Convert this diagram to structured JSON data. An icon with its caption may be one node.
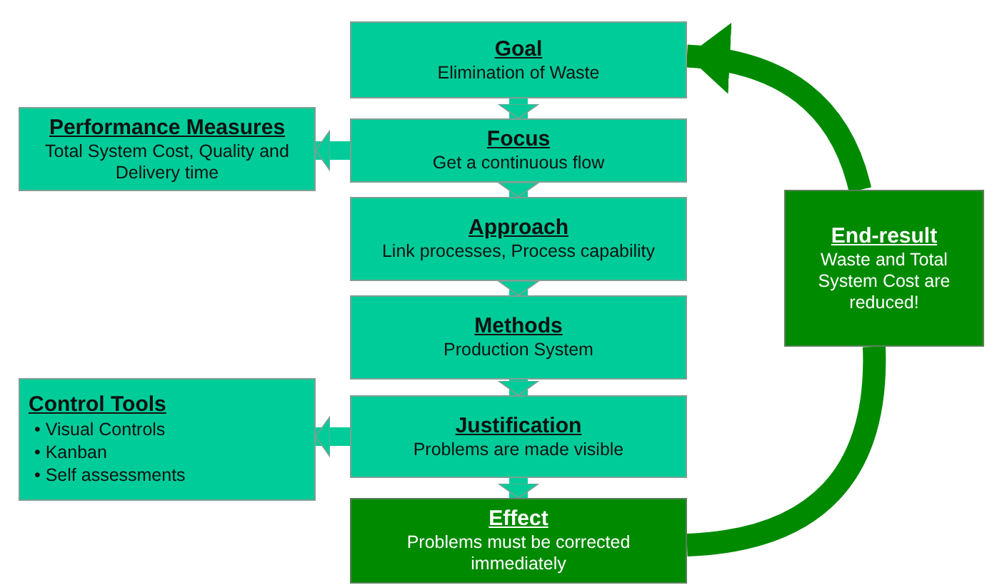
{
  "diagram": {
    "nodes": [
      {
        "text": [
          "Goal",
          "Elimination of Waste"
        ]
      },
      {
        "text": [
          "Focus",
          "Get a continuous flow"
        ]
      },
      {
        "text": [
          "Approach",
          "Link processes, Process capability"
        ]
      },
      {
        "text": [
          "Methods",
          "Production System"
        ]
      },
      {
        "text": [
          "Justification",
          "Problems are made visible"
        ]
      },
      {
        "text": [
          "Effect",
          "Problems must be corrected immediately"
        ]
      },
      {
        "text": [
          "Performance Measures",
          "Total System Cost, Quality and Delivery time"
        ]
      },
      {
        "text": [
          "Control Tools",
          "• Visual Controls",
          "• Kanban",
          "• Self assessments"
        ]
      },
      {
        "text": [
          "End-result",
          "Waste and Total System Cost are reduced!"
        ]
      }
    ],
    "edges": [
      {
        "from": 0,
        "to": 1,
        "arrow": "to"
      },
      {
        "from": 1,
        "to": 2,
        "arrow": "to"
      },
      {
        "from": 2,
        "to": 3,
        "arrow": "to"
      },
      {
        "from": 3,
        "to": 4,
        "arrow": "to"
      },
      {
        "from": 4,
        "to": 5,
        "arrow": "to"
      },
      {
        "from": 1,
        "to": 6,
        "arrow": "to"
      },
      {
        "from": 4,
        "to": 7,
        "arrow": "to"
      },
      {
        "from": 5,
        "to": 8,
        "arrow": "none",
        "color": "#008a00"
      },
      {
        "from": 8,
        "to": 0,
        "arrow": "to",
        "color": "#008a00"
      }
    ]
  }
}
